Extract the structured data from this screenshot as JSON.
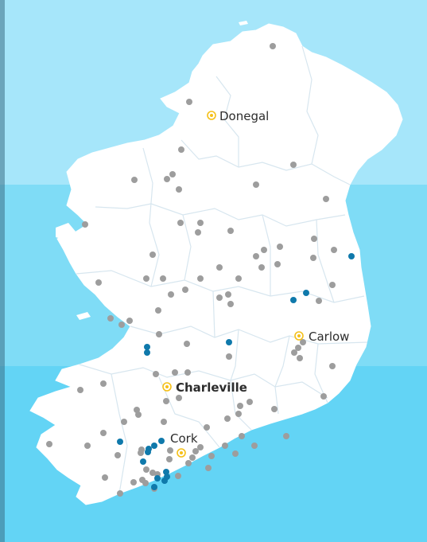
{
  "colors": {
    "sea_top": "#a6e6fa",
    "sea_mid": "#7fdcf6",
    "sea_bottom": "#63d4f5",
    "land": "#ffffff",
    "border_lines": "#d7e6ef",
    "dot_grey": "#9d9d9d",
    "dot_blue": "#0f79ab",
    "town_marker": "#f5c018"
  },
  "towns": [
    {
      "id": "donegal",
      "name": "Donegal",
      "bold": false
    },
    {
      "id": "carlow",
      "name": "Carlow",
      "bold": false
    },
    {
      "id": "charleville",
      "name": "Charleville",
      "bold": true
    },
    {
      "id": "cork",
      "name": "Cork",
      "bold": false
    }
  ],
  "markers": {
    "grey_count": 96,
    "blue_count": 17,
    "grey_meaning": "",
    "blue_meaning": ""
  }
}
